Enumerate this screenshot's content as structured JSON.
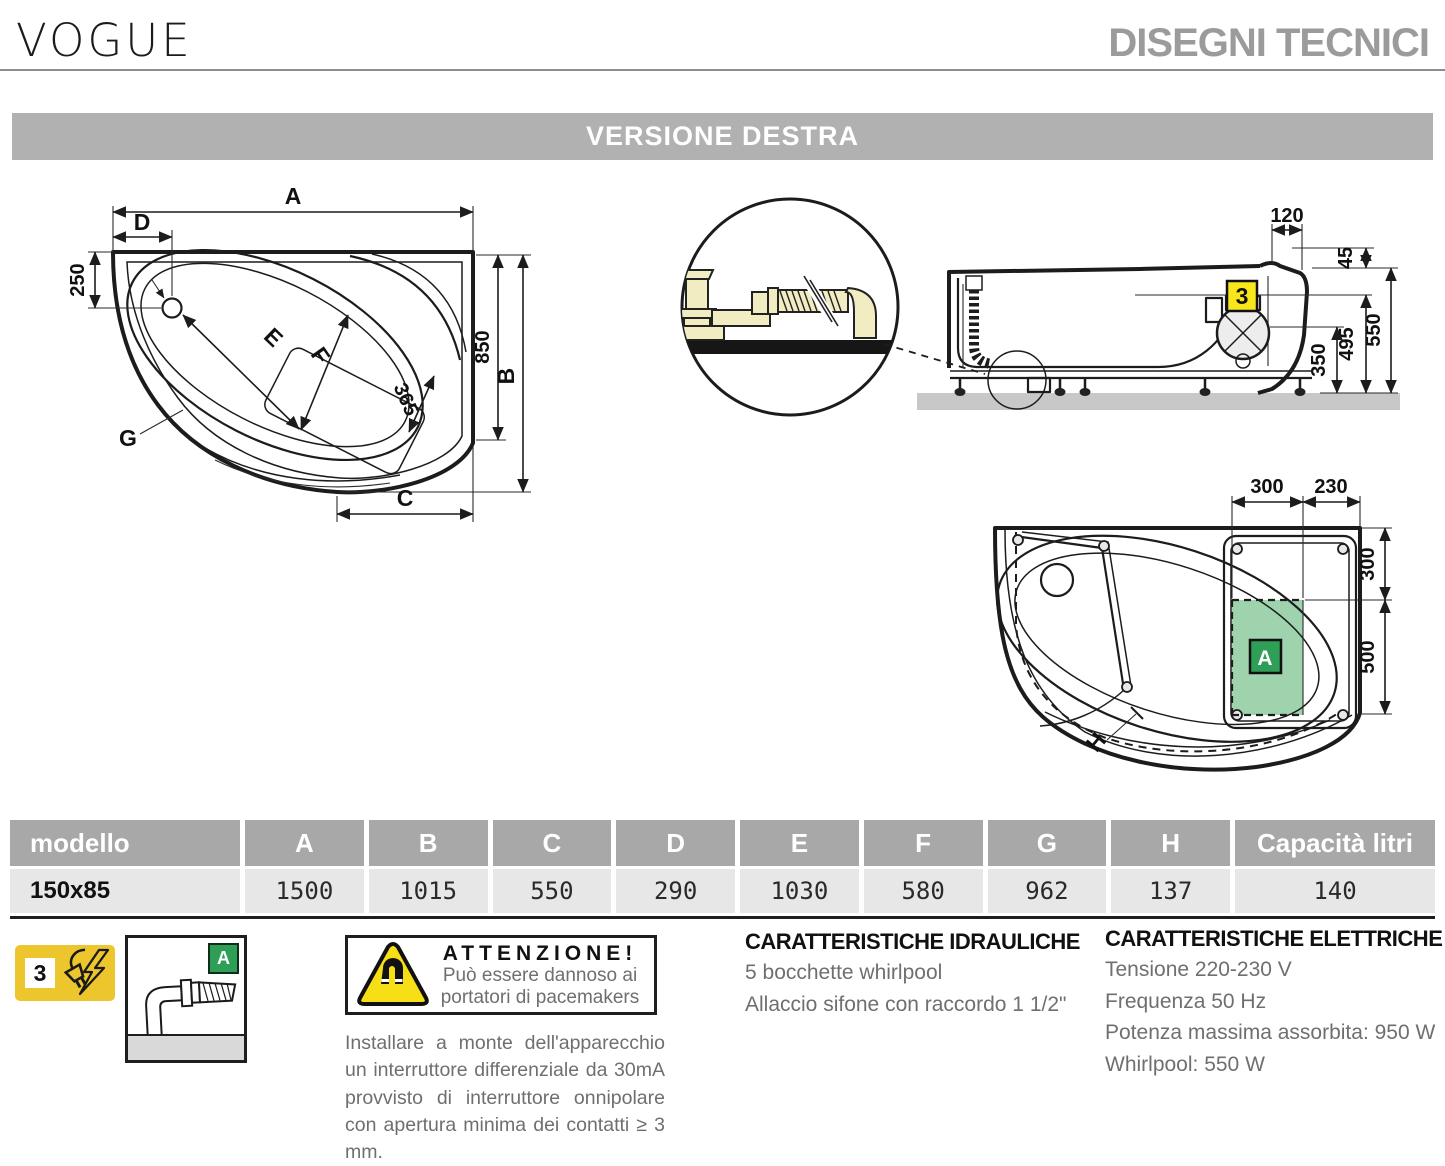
{
  "header": {
    "brand": "VOGUE",
    "title": "DISEGNI TECNICI"
  },
  "banner": {
    "label": "VERSIONE DESTRA"
  },
  "drawings": {
    "top_view": {
      "a": "A",
      "d": "D",
      "n250": "250",
      "e": "E",
      "f": "F",
      "n365": "365",
      "n850": "850",
      "b": "B",
      "c": "C",
      "g": "G"
    },
    "side_view": {
      "badge": "3",
      "n120": "120",
      "n45": "45",
      "n550": "550",
      "n495": "495",
      "n350": "350"
    },
    "frame_view": {
      "n300_top": "300",
      "n230": "230",
      "n300_right": "300",
      "n500": "500",
      "badge": "A",
      "h": "H"
    }
  },
  "table": {
    "headers": [
      "modello",
      "A",
      "B",
      "C",
      "D",
      "E",
      "F",
      "G",
      "H",
      "Capacità litri"
    ],
    "rows": [
      [
        "150x85",
        "1500",
        "1015",
        "550",
        "290",
        "1030",
        "580",
        "962",
        "137",
        "140"
      ]
    ]
  },
  "footer": {
    "badge3": {
      "number": "3"
    },
    "detail_a": {
      "badge": "A"
    },
    "warning": {
      "title": "ATTENZIONE!",
      "line1": "Può essere dannoso ai",
      "line2": "portatori di pacemakers"
    },
    "install_note": "Installare a monte dell'apparecchio un interruttore differenziale da 30mA provvisto di interruttore onnipolare con apertura minima dei contatti ≥ 3 mm.",
    "hydraulic": {
      "title": "CARATTERISTICHE IDRAULICHE",
      "lines": [
        "5 bocchette whirlpool",
        "Allaccio sifone con raccordo 1 1/2\""
      ]
    },
    "electric": {
      "title": "CARATTERISTICHE ELETTRICHE",
      "lines": [
        "Tensione 220-230 V",
        "Frequenza 50 Hz",
        "Potenza massima assorbita: 950 W",
        "Whirlpool: 550 W"
      ]
    }
  },
  "colors": {
    "banner_gray": "#b1b1b1",
    "title_gray": "#9b9b9b",
    "table_header_gray": "#a8a8a8",
    "table_row_gray": "#e7e7e7",
    "text_gray": "#6f6f6f",
    "badge_yellow": "#edc62d",
    "drawing_yellow": "#f8e51c",
    "green_light": "#9fd3ae",
    "green_dark": "#2f9e57",
    "pipe_cream": "#f2ecc3",
    "floor_gray": "#c8c8c8"
  }
}
